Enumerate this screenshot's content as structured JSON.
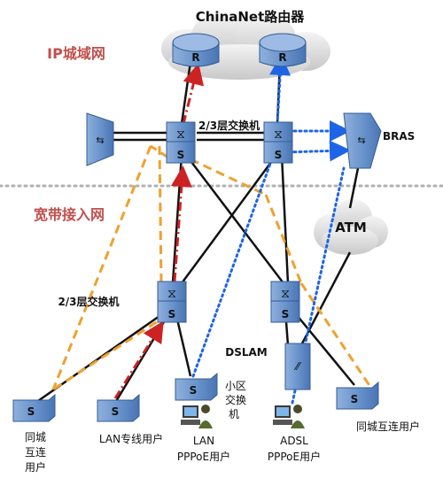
{
  "title": "ChinaNet路由器",
  "zones": {
    "metro": "IP城域网",
    "access": "宽带接入网"
  },
  "labels": {
    "core_switch": "2/3层交换机",
    "bras": "BRAS",
    "atm": "ATM",
    "agg_switch": "2/3层交换机",
    "dslam": "DSLAM",
    "community_switch": [
      "小区",
      "交换",
      "机"
    ],
    "user_left": [
      "同城",
      "互连",
      "用户"
    ],
    "user_lan_dedicated": "LAN专线用户",
    "user_lan_pppoe": [
      "LAN",
      "PPPoE用户"
    ],
    "user_adsl_pppoe": [
      "ADSL",
      "PPPoE用户"
    ],
    "user_right": "同城互连用户"
  },
  "icons": {
    "router_letter": "R",
    "switch_letter": "S"
  },
  "colors": {
    "zone_text": "#c0504d",
    "device_blue": "#5b87c2",
    "dashed_orange": "#f0a030",
    "dashdot_red": "#cc2222",
    "dotted_blue": "#1e64e6"
  }
}
